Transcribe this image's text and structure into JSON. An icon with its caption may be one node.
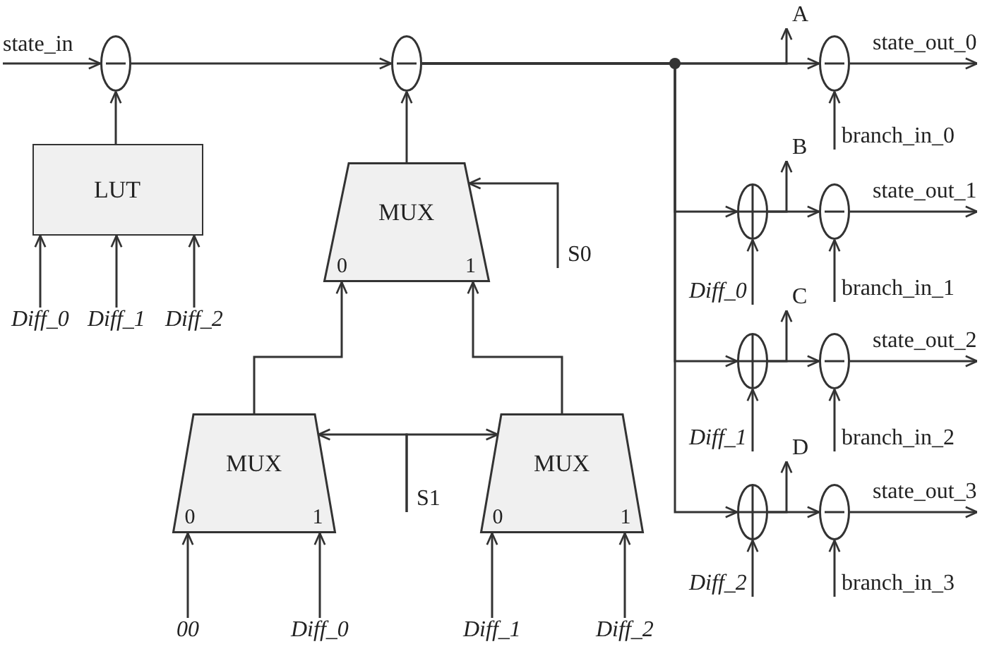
{
  "diagram": {
    "nodes": [
      {
        "text": [
          "state_in"
        ]
      },
      {
        "text": [],
        "shape": "circle"
      },
      {
        "text": [],
        "shape": "circle"
      },
      {
        "text": [
          "A"
        ]
      },
      {
        "text": [
          "state_out_0"
        ]
      },
      {
        "text": [],
        "shape": "circle"
      },
      {
        "text": [
          "LUT"
        ]
      },
      {
        "text": [
          "MUX",
          "0",
          "1"
        ]
      },
      {
        "text": [
          "branch_in_0"
        ]
      },
      {
        "text": [
          "B"
        ]
      },
      {
        "text": [
          "state_out_1"
        ]
      },
      {
        "text": [],
        "shape": "circle"
      },
      {
        "text": [],
        "shape": "circle"
      },
      {
        "text": [
          "S0"
        ]
      },
      {
        "text": [
          "Diff_0"
        ]
      },
      {
        "text": [
          "Diff_1"
        ]
      },
      {
        "text": [
          "Diff_2"
        ]
      },
      {
        "text": [
          "Diff_0"
        ]
      },
      {
        "text": [
          "C"
        ]
      },
      {
        "text": [
          "branch_in_1"
        ]
      },
      {
        "text": [
          "state_out_2"
        ]
      },
      {
        "text": [],
        "shape": "circle"
      },
      {
        "text": [],
        "shape": "circle"
      },
      {
        "text": [
          "MUX",
          "0",
          "1"
        ]
      },
      {
        "text": [
          "S1"
        ]
      },
      {
        "text": [
          "MUX",
          "0",
          "1"
        ]
      },
      {
        "text": [
          "Diff_1"
        ]
      },
      {
        "text": [
          "branch_in_2"
        ]
      },
      {
        "text": [
          "D"
        ]
      },
      {
        "text": [
          "state_out_3"
        ]
      },
      {
        "text": [],
        "shape": "circle"
      },
      {
        "text": [],
        "shape": "circle"
      },
      {
        "text": [
          "Diff_2"
        ]
      },
      {
        "text": [
          "branch_in_3"
        ]
      },
      {
        "text": [
          "00"
        ]
      },
      {
        "text": [
          "Diff_0"
        ]
      },
      {
        "text": [
          "Diff_1"
        ]
      },
      {
        "text": [
          "Diff_2"
        ]
      }
    ],
    "edges": [
      {
        "from": 0,
        "to": 1,
        "arrow": "to"
      },
      {
        "from": 6,
        "to": 1,
        "arrow": "to"
      },
      {
        "from": 1,
        "to": 2,
        "arrow": "to"
      },
      {
        "from": 7,
        "to": 2,
        "arrow": "to"
      },
      {
        "from": 2,
        "to": 5,
        "arrow": "to"
      },
      {
        "from": 2,
        "to": 3,
        "arrow": "to"
      },
      {
        "from": 5,
        "to": 4,
        "arrow": "to"
      },
      {
        "from": 8,
        "to": 5,
        "arrow": "to"
      },
      {
        "from": 2,
        "to": 11,
        "arrow": "to"
      },
      {
        "from": 11,
        "to": 12,
        "arrow": "to"
      },
      {
        "from": 11,
        "to": 9,
        "arrow": "to"
      },
      {
        "from": 12,
        "to": 10,
        "arrow": "to"
      },
      {
        "from": 17,
        "to": 11,
        "arrow": "to"
      },
      {
        "from": 19,
        "to": 12,
        "arrow": "to"
      },
      {
        "from": 2,
        "to": 21,
        "arrow": "to"
      },
      {
        "from": 21,
        "to": 22,
        "arrow": "to"
      },
      {
        "from": 21,
        "to": 18,
        "arrow": "to"
      },
      {
        "from": 22,
        "to": 20,
        "arrow": "to"
      },
      {
        "from": 26,
        "to": 21,
        "arrow": "to"
      },
      {
        "from": 27,
        "to": 22,
        "arrow": "to"
      },
      {
        "from": 2,
        "to": 30,
        "arrow": "to"
      },
      {
        "from": 30,
        "to": 31,
        "arrow": "to"
      },
      {
        "from": 30,
        "to": 28,
        "arrow": "to"
      },
      {
        "from": 31,
        "to": 29,
        "arrow": "to"
      },
      {
        "from": 32,
        "to": 30,
        "arrow": "to"
      },
      {
        "from": 33,
        "to": 31,
        "arrow": "to"
      },
      {
        "from": 14,
        "to": 6,
        "arrow": "to"
      },
      {
        "from": 15,
        "to": 6,
        "arrow": "to"
      },
      {
        "from": 16,
        "to": 6,
        "arrow": "to"
      },
      {
        "from": 13,
        "to": 7,
        "arrow": "to"
      },
      {
        "from": 23,
        "to": 7,
        "arrow": "to"
      },
      {
        "from": 25,
        "to": 7,
        "arrow": "to"
      },
      {
        "from": 24,
        "to": 23,
        "arrow": "to"
      },
      {
        "from": 24,
        "to": 25,
        "arrow": "to"
      },
      {
        "from": 34,
        "to": 23,
        "arrow": "to"
      },
      {
        "from": 35,
        "to": 23,
        "arrow": "to"
      },
      {
        "from": 36,
        "to": 25,
        "arrow": "to"
      },
      {
        "from": 37,
        "to": 25,
        "arrow": "to"
      }
    ]
  }
}
